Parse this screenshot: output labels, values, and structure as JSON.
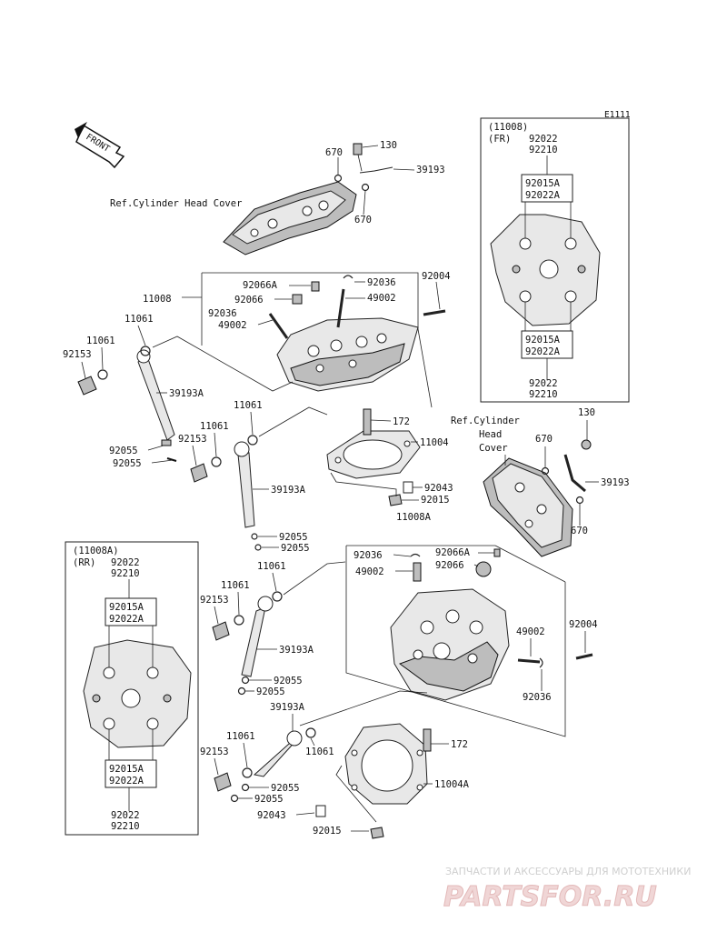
{
  "diagram": {
    "code": "E1111",
    "front_arrow": "FRONT",
    "ref_cover_top": "Ref.Cylinder Head Cover",
    "ref_cover_right": [
      "Ref.Cylinder",
      "Head",
      "Cover"
    ],
    "inset_front": {
      "assy": "(11008)",
      "pos": "(FR)",
      "top1": "92022",
      "top2": "92210",
      "mid_a1": "92015A",
      "mid_a2": "92022A",
      "mid_b1": "92015A",
      "mid_b2": "92022A",
      "bot1": "92022",
      "bot2": "92210"
    },
    "inset_rear": {
      "assy": "(11008A)",
      "pos": "(RR)",
      "top1": "92022",
      "top2": "92210",
      "mid_a1": "92015A",
      "mid_a2": "92022A",
      "mid_b1": "92015A",
      "mid_b2": "92022A",
      "bot1": "92022",
      "bot2": "92210"
    },
    "labels": {
      "p670a": "670",
      "p130a": "130",
      "p39193a": "39193",
      "p670b": "670",
      "p11008": "11008",
      "p92066A_1": "92066A",
      "p92036_1": "92036",
      "p92004_1": "92004",
      "p92066_1": "92066",
      "p49002_1": "49002",
      "p92036_2": "92036",
      "p49002_2": "49002",
      "p11061_1": "11061",
      "p11061_2": "11061",
      "p92153_1": "92153",
      "p39193A_1": "39193A",
      "p11061_3": "11061",
      "p11061_4": "11061",
      "p92153_2": "92153",
      "p172_1": "172",
      "p11004": "11004",
      "p92055_1": "92055",
      "p92055_2": "92055",
      "p39193A_2": "39193A",
      "p92043_1": "92043",
      "p92015_1": "92015",
      "p11008A": "11008A",
      "p92055_3": "92055",
      "p92055_4": "92055",
      "p130b": "130",
      "p670c": "670",
      "p39193b": "39193",
      "p670d": "670",
      "p92036_3": "92036",
      "p92066A_2": "92066A",
      "p49002_3": "49002",
      "p92066_2": "92066",
      "p11061_5": "11061",
      "p92153_3": "92153",
      "p11061_6": "11061",
      "p39193A_3": "39193A",
      "p49002_4": "49002",
      "p92004_2": "92004",
      "p92055_5": "92055",
      "p92055_6": "92055",
      "p92036_4": "92036",
      "p39193A_4": "39193A",
      "p11061_7": "11061",
      "p92153_4": "92153",
      "p11061_8": "11061",
      "p172_2": "172",
      "p92055_7": "92055",
      "p92055_8": "92055",
      "p11004A": "11004A",
      "p92043_2": "92043",
      "p92015_2": "92015"
    },
    "watermark": {
      "tagline": "ЗАПЧАСТИ И АКСЕССУАРЫ ДЛЯ МОТОТЕХНИКИ",
      "logo": "PARTSFOR.RU"
    }
  }
}
